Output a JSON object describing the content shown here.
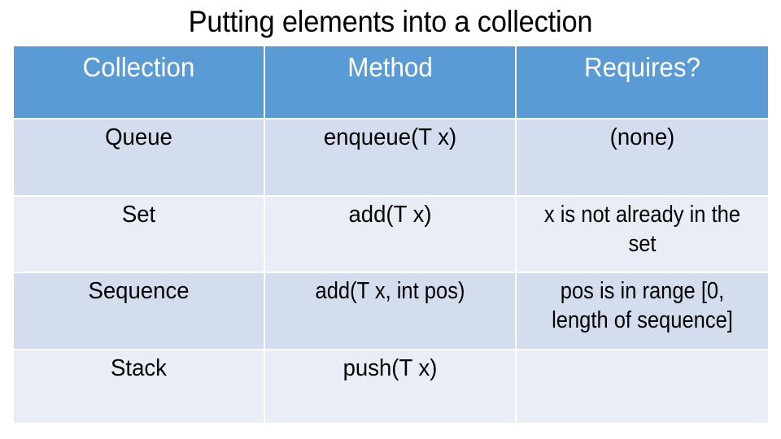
{
  "slide": {
    "title": "Putting elements into a collection",
    "title_color": "#000000",
    "background": "#ffffff"
  },
  "table": {
    "header_background": "#5B9BD5",
    "header_text_color": "#FFFFFF",
    "band_dark": "#D3DDEE",
    "band_light": "#E9EDF5",
    "gridline_color": "#FFFFFF",
    "columns": [
      {
        "key": "collection",
        "label": "Collection"
      },
      {
        "key": "method",
        "label": "Method"
      },
      {
        "key": "requires",
        "label": "Requires?"
      }
    ],
    "rows": [
      {
        "collection": "Queue",
        "method": "enqueue(T x)",
        "requires": "(none)"
      },
      {
        "collection": "Set",
        "method": "add(T x)",
        "requires": "x is not already in the set"
      },
      {
        "collection": "Sequence",
        "method": "add(T x, int pos)",
        "requires": "pos is in range [0, length of sequence]"
      },
      {
        "collection": "Stack",
        "method": "push(T x)",
        "requires": ""
      }
    ]
  }
}
